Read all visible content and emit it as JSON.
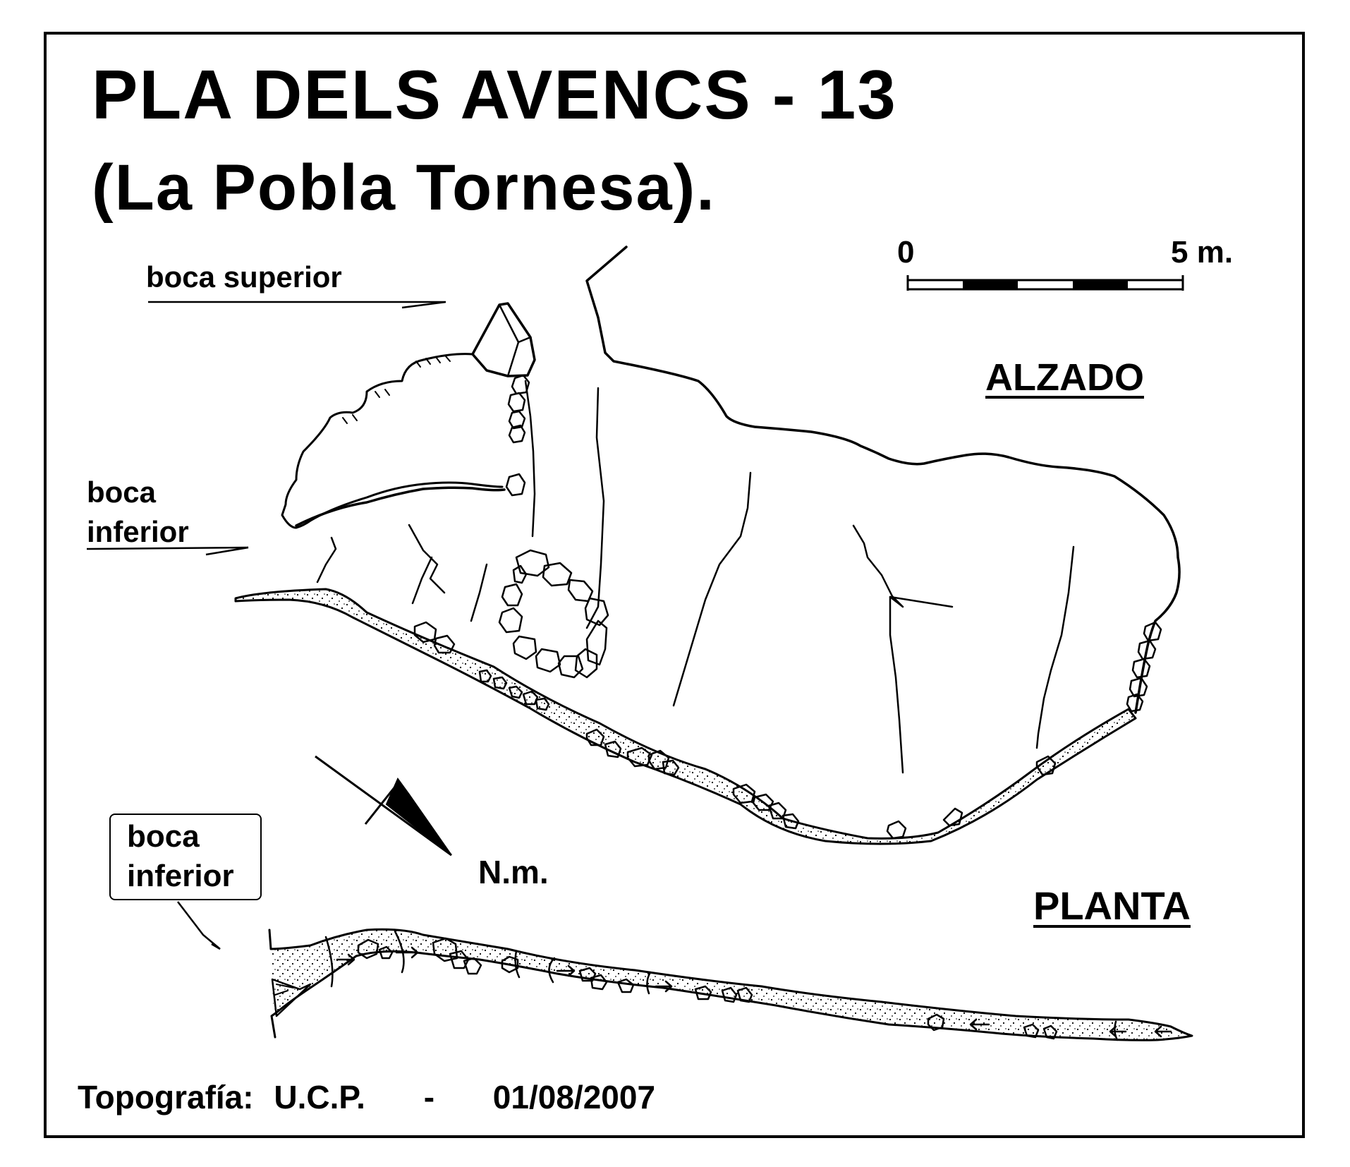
{
  "title": {
    "line1": "PLA  DELS  AVENCS - 13",
    "line2": "(La  Pobla  Tornesa)."
  },
  "labels": {
    "boca_superior": "boca superior",
    "boca_inferior_alzado": [
      "boca",
      "inferior"
    ],
    "boca_inferior_planta": [
      "boca",
      "inferior"
    ],
    "alzado": "ALZADO",
    "planta": "PLANTA",
    "north": "N.m."
  },
  "scale_bar": {
    "start_label": "0",
    "end_label": "5 m."
  },
  "footer": {
    "label": "Topografía:",
    "author": "U.C.P.",
    "separator": "-",
    "date": "01/08/2007"
  },
  "colors": {
    "ink": "#000000",
    "paper": "#ffffff"
  }
}
